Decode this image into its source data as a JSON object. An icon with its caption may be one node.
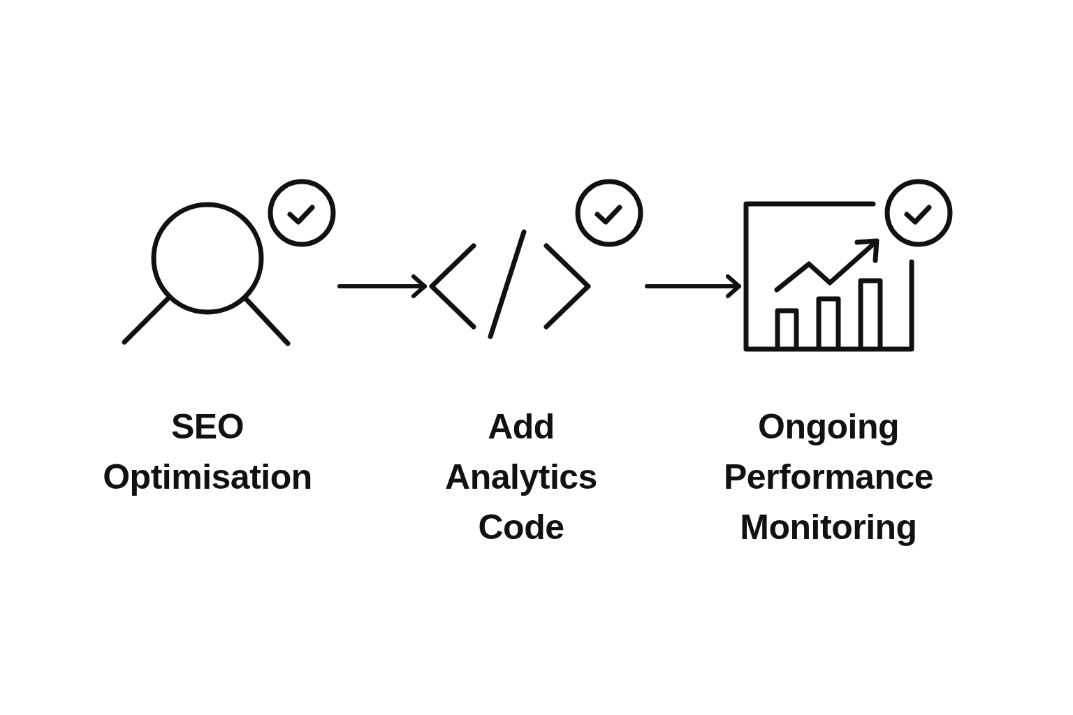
{
  "diagram": {
    "nodes": [
      {
        "text": [],
        "shape": "picture",
        "beside": [
          "SEO Optimisation"
        ]
      },
      {
        "text": [],
        "shape": "picture",
        "beside": [
          "Add Analytics Code"
        ]
      },
      {
        "text": [],
        "shape": "picture",
        "beside": [
          "Ongoing Performance Monitoring"
        ]
      }
    ],
    "edges": [
      {
        "from": 0,
        "to": 1,
        "arrow": "to"
      },
      {
        "from": 1,
        "to": 2,
        "arrow": "to"
      }
    ]
  }
}
